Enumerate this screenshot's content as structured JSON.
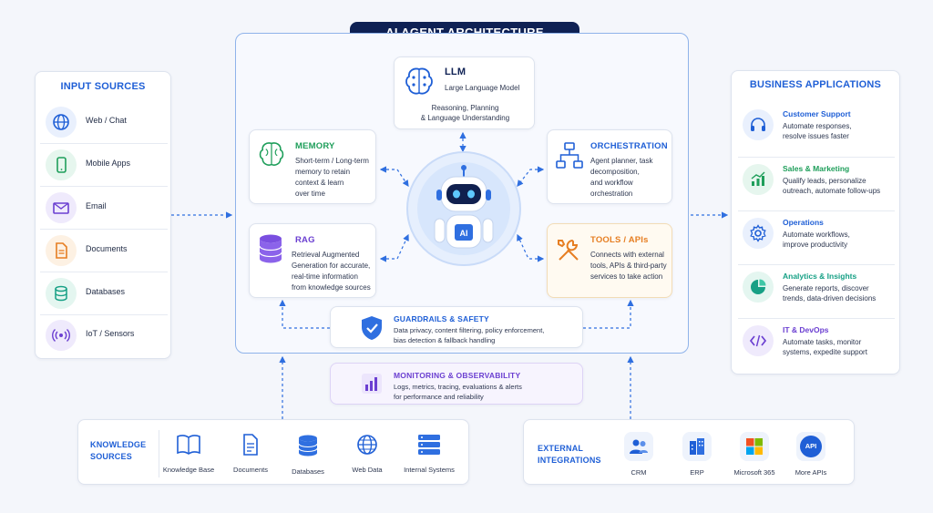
{
  "title": "AI AGENT ARCHITECTURE",
  "input_sources": {
    "title": "INPUT SOURCES",
    "items": [
      {
        "label": "Web / Chat",
        "icon": "globe-icon"
      },
      {
        "label": "Mobile Apps",
        "icon": "mobile-icon"
      },
      {
        "label": "Email",
        "icon": "email-icon"
      },
      {
        "label": "Documents",
        "icon": "document-icon"
      },
      {
        "label": "Databases",
        "icon": "database-icon"
      },
      {
        "label": "IoT / Sensors",
        "icon": "iot-sensor-icon"
      }
    ]
  },
  "llm": {
    "title": "LLM",
    "subtitle": "Large Language Model",
    "desc1": "Reasoning, Planning",
    "desc2": "& Language Understanding"
  },
  "memory": {
    "title": "MEMORY",
    "lines": [
      "Short-term / Long-term",
      "memory to retain",
      "context & learn",
      "over time"
    ]
  },
  "orchestration": {
    "title": "ORCHESTRATION",
    "lines": [
      "Agent planner, task",
      "decomposition,",
      "and workflow",
      "orchestration"
    ]
  },
  "rag": {
    "title": "RAG",
    "lines": [
      "Retrieval Augmented",
      "Generation for accurate,",
      "real-time information",
      "from knowledge sources"
    ]
  },
  "tools": {
    "title": "TOOLS / APIs",
    "lines": [
      "Connects with external",
      "tools, APIs & third-party",
      "services to take action"
    ]
  },
  "robot_badge": "AI",
  "guardrails": {
    "title": "GUARDRAILS & SAFETY",
    "line1": "Data privacy, content filtering, policy enforcement,",
    "line2": "bias detection & fallback handling"
  },
  "monitoring": {
    "title": "MONITORING & OBSERVABILITY",
    "line1": "Logs, metrics, tracing, evaluations & alerts",
    "line2": "for performance and reliability"
  },
  "business": {
    "title": "BUSINESS APPLICATIONS",
    "items": [
      {
        "title": "Customer Support",
        "line1": "Automate responses,",
        "line2": "resolve issues faster",
        "icon": "headset-icon",
        "color": "#1f5fd6"
      },
      {
        "title": "Sales & Marketing",
        "line1": "Qualify leads, personalize",
        "line2": "outreach, automate follow-ups",
        "icon": "growth-chart-icon",
        "color": "#1e9e5a"
      },
      {
        "title": "Operations",
        "line1": "Automate workflows,",
        "line2": "improve productivity",
        "icon": "gear-icon",
        "color": "#1f5fd6"
      },
      {
        "title": "Analytics & Insights",
        "line1": "Generate reports, discover",
        "line2": "trends, data-driven decisions",
        "icon": "pie-chart-icon",
        "color": "#16a085"
      },
      {
        "title": "IT & DevOps",
        "line1": "Automate tasks, monitor",
        "line2": "systems, expedite support",
        "icon": "code-icon",
        "color": "#6b3fd1"
      }
    ]
  },
  "knowledge": {
    "title1": "KNOWLEDGE",
    "title2": "SOURCES",
    "items": [
      {
        "label": "Knowledge Base",
        "icon": "book-icon"
      },
      {
        "label": "Documents",
        "icon": "document-icon"
      },
      {
        "label": "Databases",
        "icon": "database-icon"
      },
      {
        "label": "Web Data",
        "icon": "globe-icon"
      },
      {
        "label": "Internal Systems",
        "icon": "server-icon"
      }
    ]
  },
  "external": {
    "title1": "EXTERNAL",
    "title2": "INTEGRATIONS",
    "items": [
      {
        "label": "CRM",
        "icon": "users-icon"
      },
      {
        "label": "ERP",
        "icon": "building-icon"
      },
      {
        "label": "Microsoft 365",
        "icon": "microsoft-icon"
      },
      {
        "label": "More APIs",
        "icon": "api-icon",
        "badge": "API"
      }
    ]
  },
  "colors": {
    "navy": "#0f2154",
    "blue": "#1f5fd6",
    "green": "#1e9e5a",
    "purple": "#6b3fd1",
    "orange": "#e67e22"
  }
}
